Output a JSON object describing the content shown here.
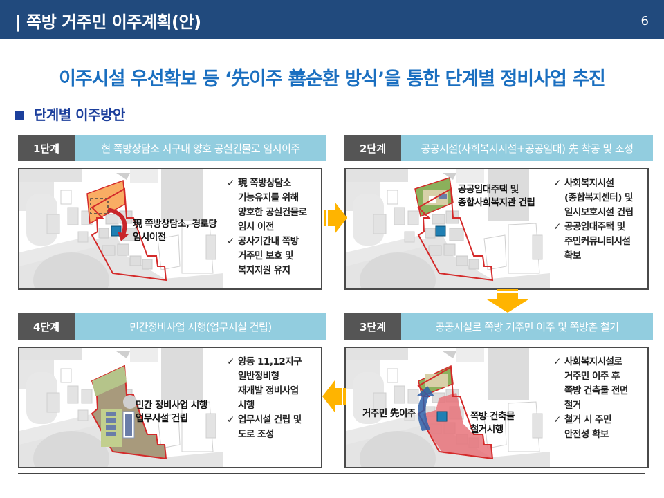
{
  "header": {
    "title": "| 쪽방 거주민 이주계획(안)",
    "page_number": "6"
  },
  "headline": "이주시설 우선확보 등 ‘先이주 善순환 방식’을 통한 단계별 정비사업 추진",
  "section": {
    "label": "단계별 이주방안"
  },
  "colors": {
    "header_bg": "#214a7d",
    "headline": "#1a6fc0",
    "stage_num_bg": "#555555",
    "stage_title_bg": "#92cddf",
    "arrow": "#ffb400",
    "boundary": "#d42a2a"
  },
  "stages": [
    {
      "number": "1단계",
      "title": "현 쪽방상담소 지구내 양호 공실건물로 임시이주",
      "map_labels": [
        "現 쪽방상담소, 경로당\n임시이전"
      ],
      "bullets": [
        "現 쪽방상담소\n기능유지를 위해\n양호한 공실건물로\n임시 이전",
        "공사기간내 쪽방\n거주민 보호 및\n복지지원 유지"
      ]
    },
    {
      "number": "2단계",
      "title": "공공시설(사회복지시설+공공임대) 先 착공 및 조성",
      "map_labels": [
        "공공임대주택 및\n종합사회복지관 건립"
      ],
      "bullets": [
        "사회복지시설\n(종합복지센터) 및\n일시보호시설 건립",
        "공공임대주택 및\n주민커뮤니티시설\n확보"
      ]
    },
    {
      "number": "3단계",
      "title": "공공시설로 쪽방 거주민 이주 및 쪽방촌 철거",
      "map_labels": [
        "거주민 先이주",
        "쪽방 건축물\n철거시행"
      ],
      "bullets": [
        "사회복지시설로\n거주민 이주 후\n쪽방 건축물 전면\n철거",
        "철거 시 주민\n안전성 확보"
      ]
    },
    {
      "number": "4단계",
      "title": "민간정비사업 시행(업무시설 건립)",
      "map_labels": [
        "민간 정비사업 시행\n업무시설 건립"
      ],
      "bullets": [
        "양동 11,12지구\n일반정비형\n재개발 정비사업\n시행",
        "업무시설 건립 및\n도로 조성"
      ]
    }
  ],
  "icons": {
    "check": "✓"
  }
}
